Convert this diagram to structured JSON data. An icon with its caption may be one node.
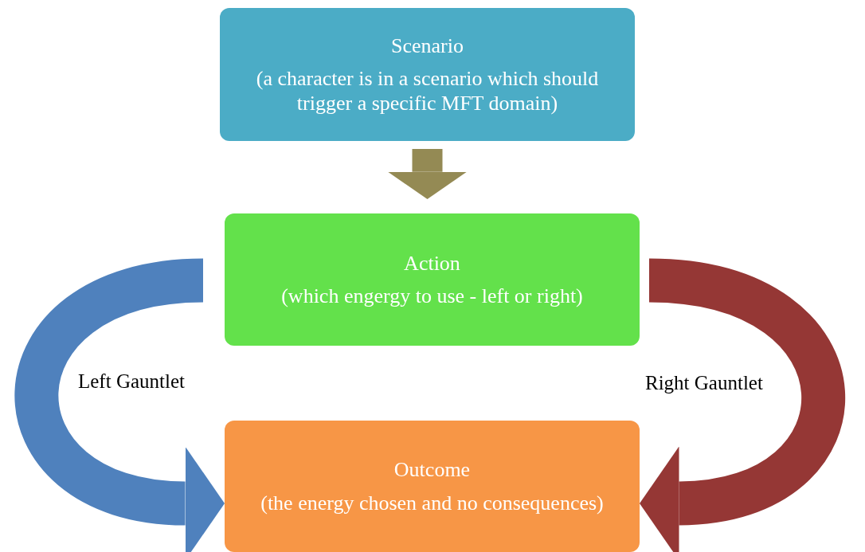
{
  "diagram": {
    "nodes": [
      {
        "text": [
          "Scenario",
          "(a character is in a scenario which should trigger a specific MFT domain)"
        ]
      },
      {
        "text": [
          "Action",
          "(which engergy to use - left or right)"
        ]
      },
      {
        "text": [
          "Outcome",
          "(the energy chosen and no consequences)"
        ]
      }
    ],
    "edges": [
      {
        "from": 0,
        "to": 1,
        "arrow": "to",
        "color": "#948a54"
      },
      {
        "from": 1,
        "to": 2,
        "arrow": "to",
        "label": "Left Gauntlet",
        "color": "#4f81bd"
      },
      {
        "from": 1,
        "to": 2,
        "arrow": "to",
        "label": "Right Gauntlet",
        "color": "#953735"
      }
    ]
  }
}
